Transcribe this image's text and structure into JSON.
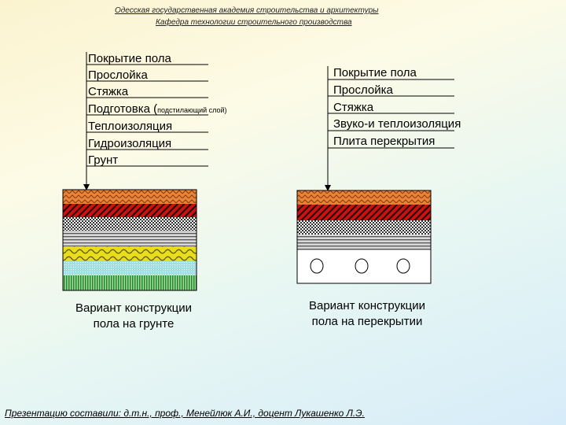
{
  "header": {
    "line1": "Одесская государственная академия строительства и архитектуры",
    "line2": "Кафедра технологии строительного производства"
  },
  "left": {
    "layers": [
      "Покрытие пола",
      "Прослойка",
      "Стяжка",
      "Подготовка (",
      "Теплоизоляция",
      "Гидроизоляция",
      "Грунт"
    ],
    "layer4_note": "подстилающий слой)",
    "caption_line1": "Вариант конструкции",
    "caption_line2": "пола на грунте"
  },
  "right": {
    "layers": [
      "Покрытие пола",
      "Прослойка",
      "Стяжка",
      "Звуко-и теплоизоляция",
      "Плита перекрытия"
    ],
    "caption_line1": "Вариант конструкции",
    "caption_line2": "пола на перекрытии"
  },
  "footer": "Презентацию составили: д.т.н., проф., Менейлюк А.И., доцент Лукашенко Л.Э.",
  "colors": {
    "finish_orange": "#e8833a",
    "interlayer_red": "#cc1111",
    "insulation_yellow": "#e8dc1e",
    "waterproof_cyan": "#9fe0e0",
    "soil_green": "#1f8a2a",
    "slab_white": "#ffffff"
  }
}
